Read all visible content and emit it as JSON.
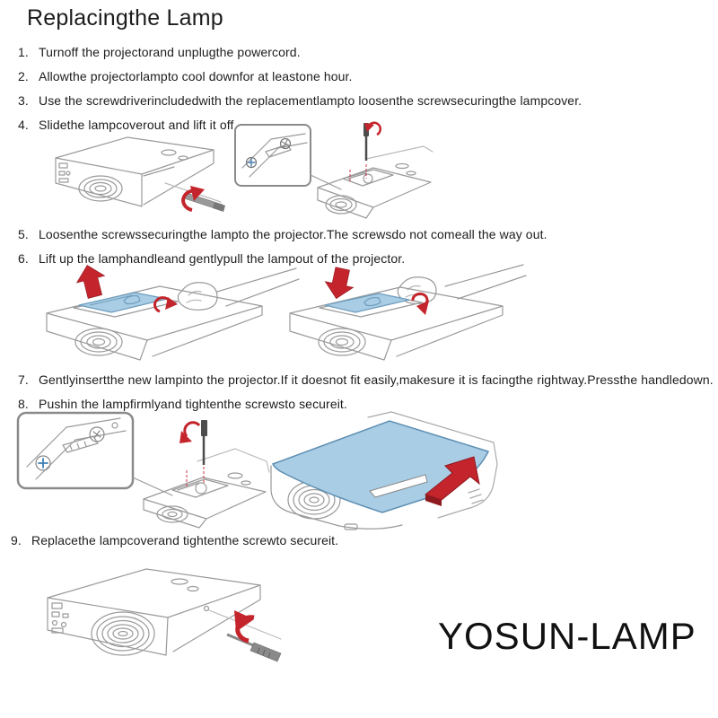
{
  "document": {
    "title": "Replacingthe Lamp",
    "brand": "YOSUN-LAMP"
  },
  "steps": [
    {
      "num": "1.",
      "text": "Turnoff the projectorand unplugthe powercord."
    },
    {
      "num": "2.",
      "text": "Allowthe projectorlampto cool downfor at leastone hour."
    },
    {
      "num": "3.",
      "text": "Use the screwdriverincludedwith the replacementlampto loosenthe screwsecuringthe lampcover."
    },
    {
      "num": "4.",
      "text": "Slidethe lampcoverout and lift it off."
    },
    {
      "num": "5.",
      "text": "Loosenthe screwssecuringthe lampto the projector.The screwsdo not comeall the way out."
    },
    {
      "num": "6.",
      "text": "Lift up the lamphandleand gentlypull the lampout of the projector."
    },
    {
      "num": "7.",
      "text": "Gentlyinsertthe new lampinto the projector.If it doesnot fit easily,makesure it is facingthe rightway.Pressthe handledown."
    },
    {
      "num": "8.",
      "text": "Pushin the lampfirmlyand tightenthe screwsto secureit."
    },
    {
      "num": "9.",
      "text": "Replacethe lampcoverand tightenthe screwto secureit."
    }
  ],
  "illustrations": {
    "slide_cover": "projector-slide-lamp-cover-out",
    "loosen_screws_top": "projector-loosen-lamp-screws-with-inset-detail",
    "lift_lamp": "hand-lifting-lamp-up-arrow",
    "push_lamp": "hand-pushing-lamp-down-arrow",
    "tighten_screws": "projector-tighten-lamp-screws-with-inset-detail",
    "replace_cover": "projector-blue-cover-sliding-on-red-arrow",
    "tighten_cover_screw": "projector-tighten-cover-screw-side"
  },
  "colors": {
    "arrow_red": "#c4242c",
    "arrow_red_dark": "#8e1a20",
    "lamp_blue": "#a9cde5",
    "lamp_blue_stroke": "#6d9cbc",
    "line_gray": "#9a9a9a",
    "inset_border": "#8a8a8a",
    "text": "#1c1c1c"
  }
}
